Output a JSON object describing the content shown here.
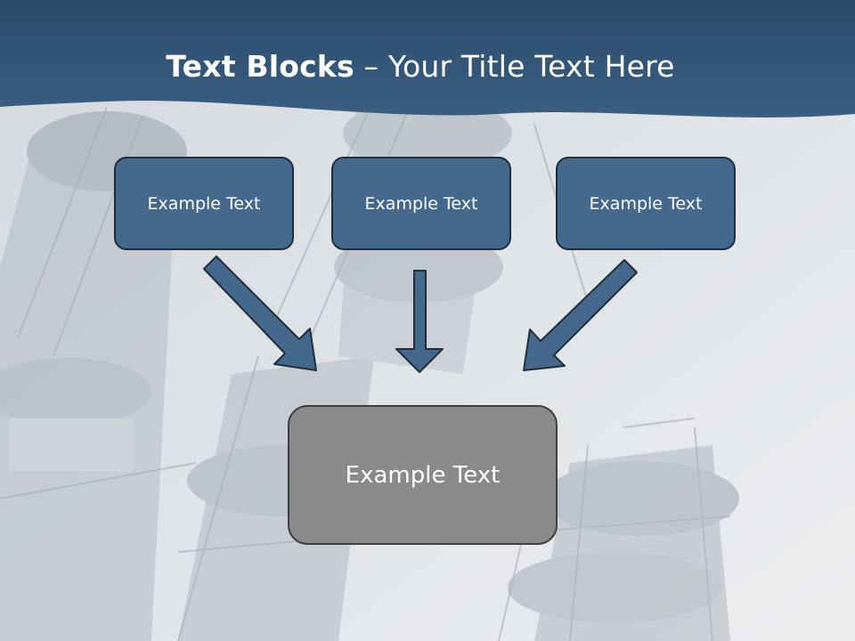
{
  "title": {
    "bold": "Text Blocks",
    "separator": " – ",
    "rest": "Your Title Text Here"
  },
  "blocks": {
    "top": [
      "Example Text",
      "Example Text",
      "Example Text"
    ],
    "bottom": "Example Text"
  },
  "colors": {
    "header": "#2e5276",
    "box_top_fill": "#45688d",
    "box_bottom_fill": "#8a8a8a",
    "arrow_fill": "#45688d"
  }
}
